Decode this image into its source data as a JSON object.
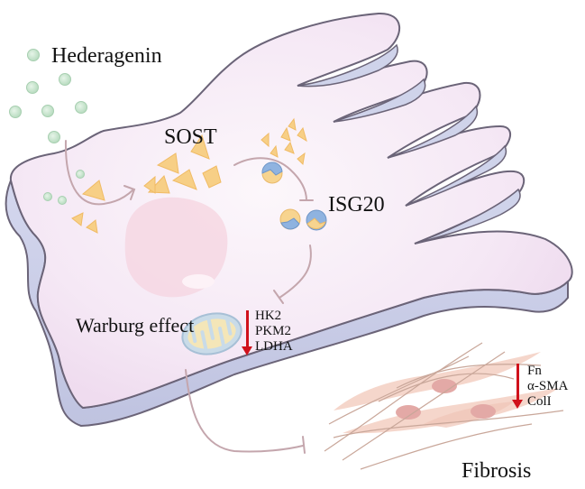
{
  "figure": {
    "title": "Hederagenin / SOST / ISG20 / Warburg effect / Fibrosis pathway",
    "labels": {
      "compound": "Hederagenin",
      "protein_1": "SOST",
      "protein_2": "ISG20",
      "process": "Warburg effect",
      "outcome": "Fibrosis"
    },
    "warburg_markers": {
      "direction": "down",
      "items": [
        "HK2",
        "PKM2",
        "LDHA"
      ]
    },
    "fibrosis_markers": {
      "direction": "down",
      "items": [
        "Fn",
        "α-SMA",
        "ColI"
      ]
    },
    "edges": [
      {
        "from": "Hederagenin",
        "to": "SOST",
        "type": "activation"
      },
      {
        "from": "SOST",
        "to": "ISG20",
        "type": "inhibition"
      },
      {
        "from": "ISG20",
        "to": "Warburg effect",
        "type": "inhibition"
      },
      {
        "from": "Warburg effect",
        "to": "Fibrosis",
        "type": "inhibition"
      }
    ],
    "colors": {
      "cell_body": "#f6e9f6",
      "cell_side": "#c9cde6",
      "cell_outline": "#6b6478",
      "nucleus": "#f6d7e3",
      "hederagenin_dot": "#cfe8d3",
      "sost_triangle": "#f7cf86",
      "isg20_blue": "#8fb3e0",
      "pathway_line": "#c4a6ad",
      "down_arrow": "#d0111b",
      "fibroblast": "#f3cfc2",
      "fibroblast_nucleus": "#e3a9a6"
    }
  }
}
